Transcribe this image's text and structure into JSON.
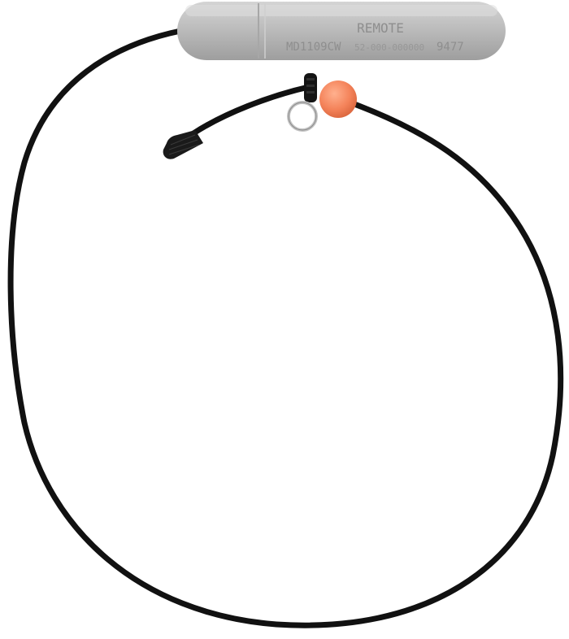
{
  "product": {
    "label": "REMOTE",
    "model": "MD1109CW",
    "serial_prefix": "52-000-000000",
    "serial_suffix": "9477"
  },
  "colors": {
    "cord": "#111111",
    "housing": "#b9b9b9",
    "housing_highlight": "#d6d6d6",
    "housing_shadow": "#9c9c9c",
    "bead": "#f4835a",
    "ring": "#bdbdbd",
    "printed_text": "#8e8e8e",
    "background": "#ffffff"
  }
}
